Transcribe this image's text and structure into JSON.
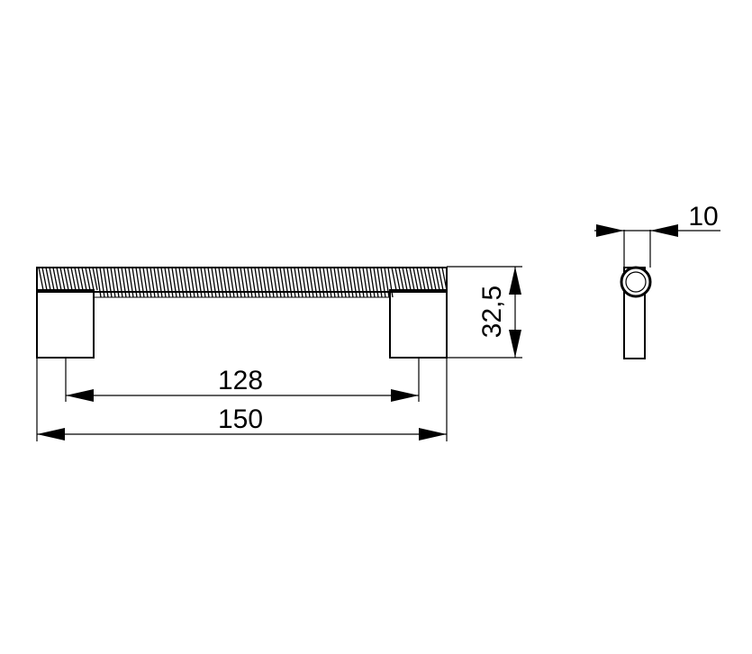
{
  "dimensions": {
    "spacing": "128",
    "overall_length": "150",
    "height": "32,5",
    "diameter": "10"
  },
  "colors": {
    "line": "#000000",
    "background": "#ffffff"
  }
}
